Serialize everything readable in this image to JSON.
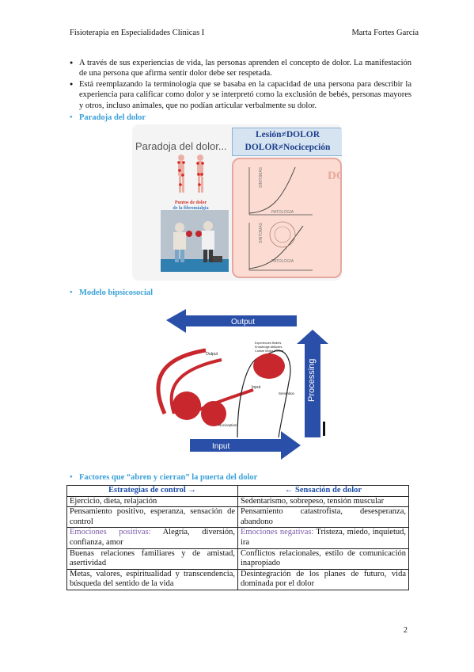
{
  "header": {
    "left": "Fisioterapia en Especialidades Clínicas I",
    "right": "Marta Fortes García"
  },
  "bullets": [
    "A través de sus experiencias de vida, las personas aprenden el concepto de dolor. La manifestación de una persona que afirma sentir dolor debe ser respetada.",
    "Está reemplazando la terminología que se basaba en la capacidad de una persona para describir la experiencia para calificar como dolor y se interpretó como la exclusión de bebés, personas mayores y otros, incluso animales, que no podían articular verbalmente su dolor."
  ],
  "section1": "Paradoja del dolor",
  "figure1": {
    "title": "Paradoja del dolor...",
    "line1": "Lesión≠DOLOR",
    "line2": "DOLOR≠Nocicepción",
    "caption1": "Puntos de dolor",
    "caption2": "de la fibromialgia",
    "label_sintomas_top": "SINTOMAS",
    "label_patologia_top": "PATOLOGIA",
    "label_sintomas_bottom": "SINTOMAS",
    "label_patologia_bottom": "PATOLOGIA",
    "dolor": "DOLOR"
  },
  "section2": "Modelo bipsicosocial",
  "figure2": {
    "output": "Output",
    "input": "Input",
    "processing": "Processing",
    "label_output_small": "Output",
    "label_input_small": "Input",
    "label_sensation": "Sensation",
    "label_nociception": "Nociception",
    "label_brain_top1": "Experiences  Beliefs",
    "label_brain_top2": "Knowledge  Attitudes",
    "label_brain_top3": "Culture  Motor Control"
  },
  "section3": "Factores que “abren y cierran” la puerta del dolor",
  "table": {
    "head_left": "Estrategias de control →",
    "head_right": "← Sensación de dolor",
    "rows": [
      {
        "left": "Ejercicio, dieta, relajación",
        "right": "Sedentarismo, sobrepeso, tensión muscular"
      },
      {
        "left": "Pensamiento positivo, esperanza, sensación de control",
        "right": "Pensamiento catastrofista, desesperanza, abandono"
      },
      {
        "left_label": "Emociones positivas:",
        "left": " Alegría, diversión, confianza, amor",
        "right_label": "Emociones negativas:",
        "right": " Tristeza, miedo, inquietud, ira"
      },
      {
        "left": "Buenas relaciones familiares y de amistad, asertividad",
        "right": "Conflictos relacionales, estilo de comunicación inapropiado"
      },
      {
        "left": "Metas, valores, espiritualidad y transcendencia, búsqueda del sentido de la vida",
        "right": "Desintegración de los planes de futuro, vida dominada por el dolor"
      }
    ]
  },
  "page_number": "2",
  "colors": {
    "accent_blue": "#3aa0d8",
    "table_head": "#1d4fa8",
    "emotion": "#7a5aa6",
    "arrow_blue": "#2a4fa8",
    "brain_red": "#c8282d"
  }
}
